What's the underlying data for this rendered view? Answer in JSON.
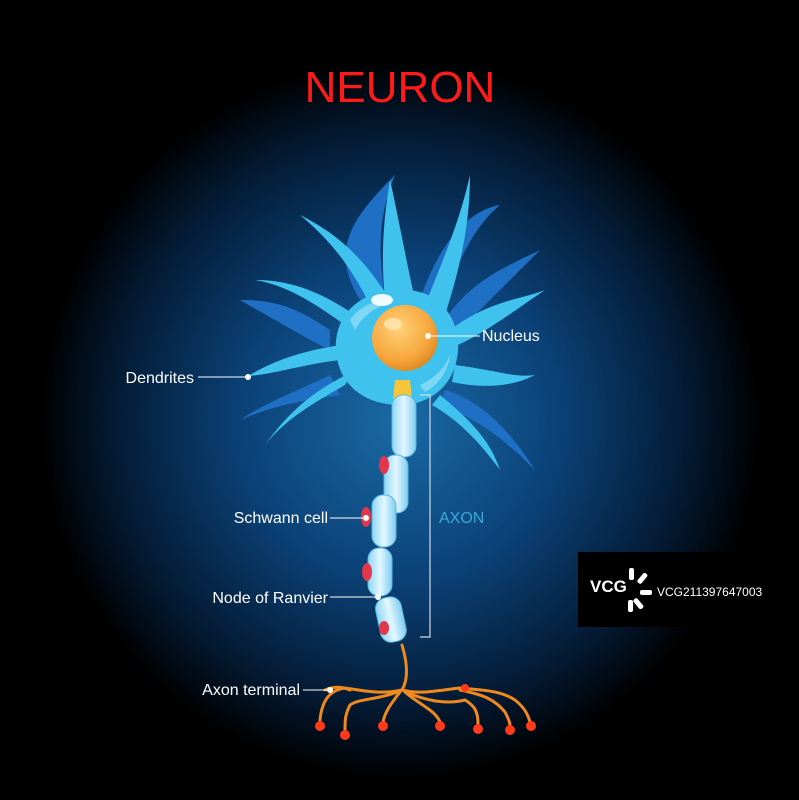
{
  "title": "NEURON",
  "labels": {
    "dendrites": "Dendrites",
    "nucleus": "Nucleus",
    "schwann": "Schwann cell",
    "ranvier": "Node of Ranvier",
    "terminal": "Axon terminal",
    "axon": "AXON"
  },
  "watermark": {
    "logo": "VCG",
    "id": "VCG211397647003"
  },
  "colors": {
    "background": "#000000",
    "glow": "#0d4f86",
    "title": "#ff1a1a",
    "cell_body": "#3fc3ee",
    "cell_dark": "#1f6fc4",
    "nucleus": "#f6a53a",
    "axon_sheath": "#bfeafc",
    "node": "#e2364a",
    "terminal": "#f08a1f",
    "terminal_tip": "#ff3a1a",
    "axon_label": "#38a9d8"
  },
  "icons": {
    "watermark_mark": "vcg-petal-logo-icon"
  }
}
